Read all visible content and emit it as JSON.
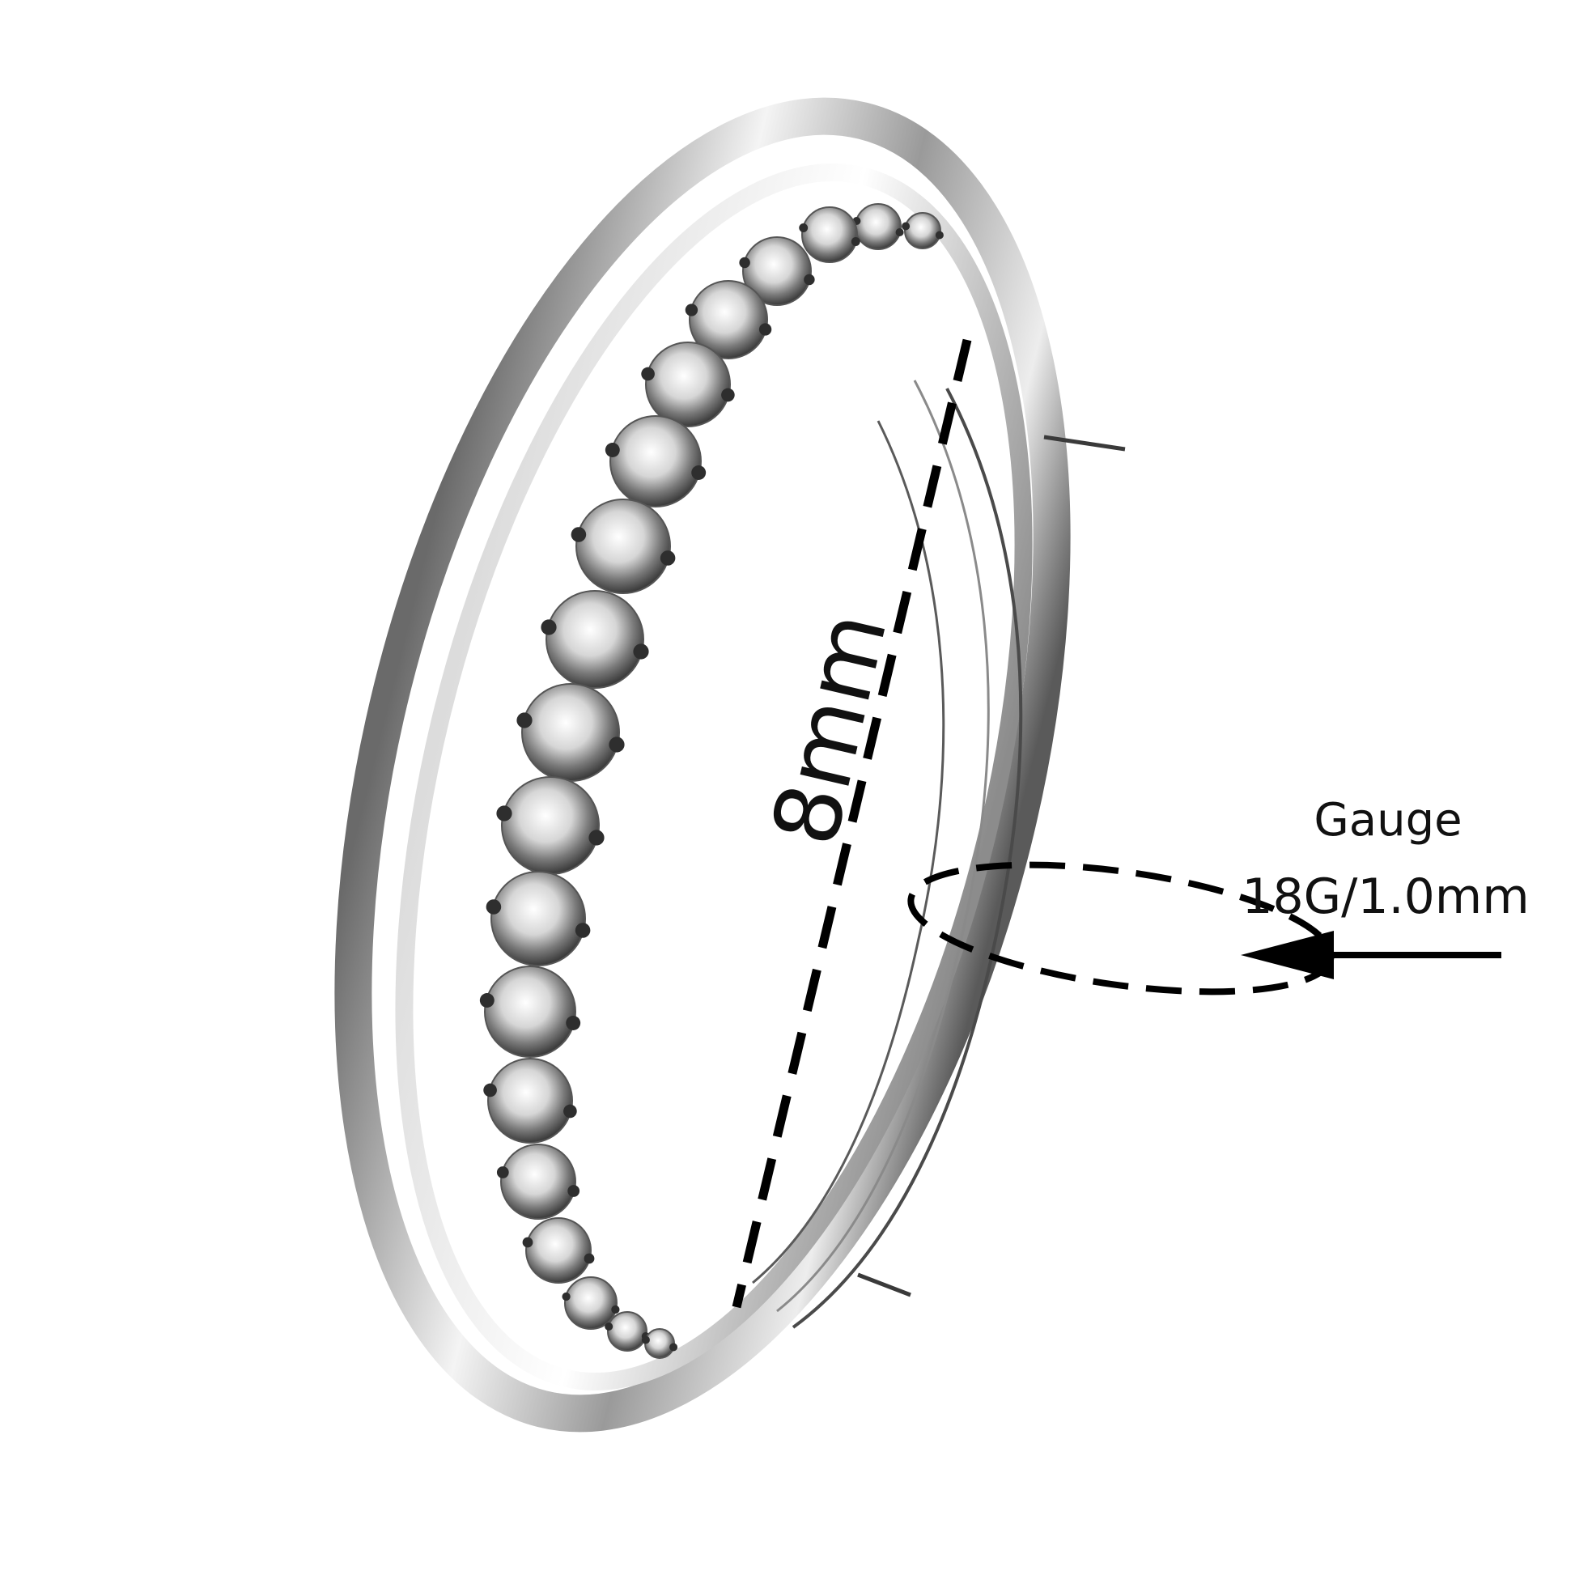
{
  "diameter_label": "8mm",
  "gauge": {
    "title": "Gauge",
    "value": "18G/1.0mm"
  },
  "colors": {
    "background": "#ffffff",
    "metal_light": "#f2f2f2",
    "metal_mid": "#bdbdbd",
    "metal_dark": "#4a4a4a",
    "annotation": "#000000"
  }
}
